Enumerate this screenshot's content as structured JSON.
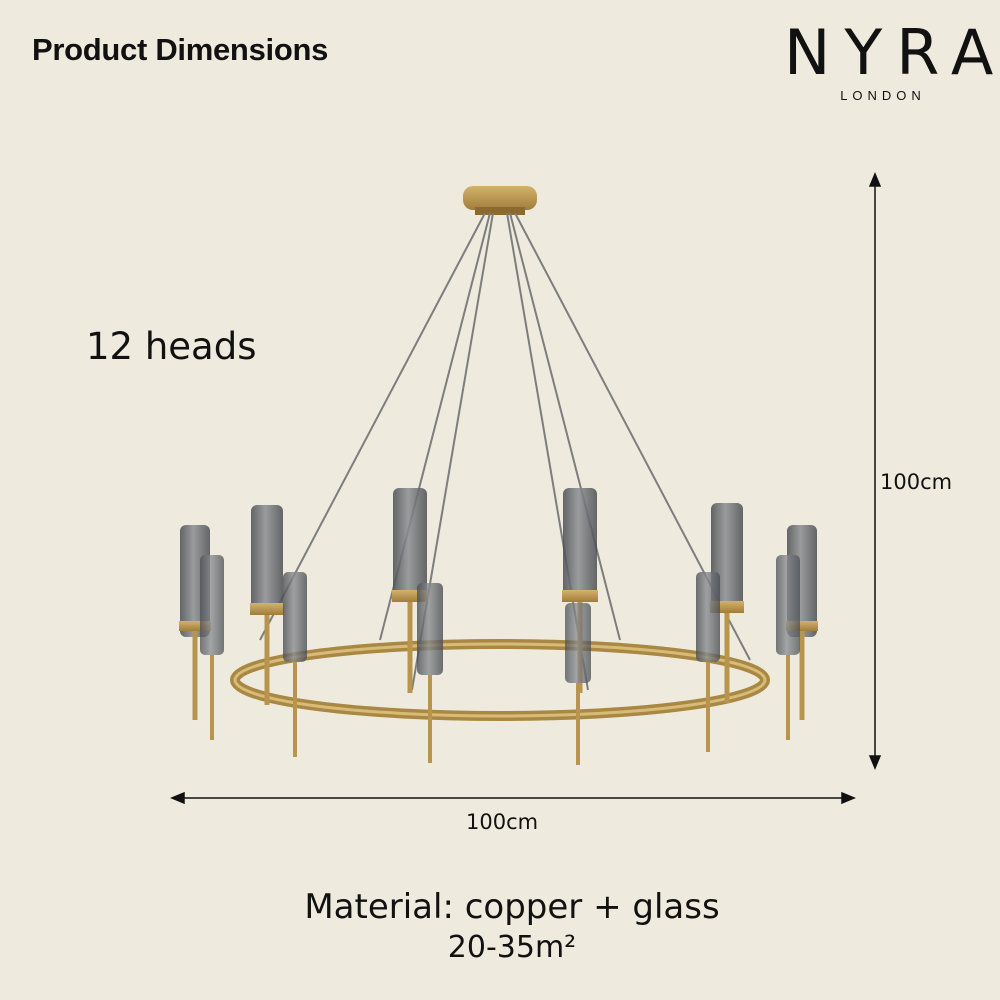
{
  "header": {
    "title": "Product Dimensions"
  },
  "brand": {
    "name": "NYRA",
    "city": "LONDON"
  },
  "product": {
    "heads_label": "12 heads",
    "height_label": "100cm",
    "width_label": "100cm",
    "material": "Material: copper + glass",
    "area": "20-35m²"
  },
  "colors": {
    "background": "#eeebde",
    "brass": "#b8954e",
    "glass": "#6b6e72",
    "text": "#111111"
  }
}
